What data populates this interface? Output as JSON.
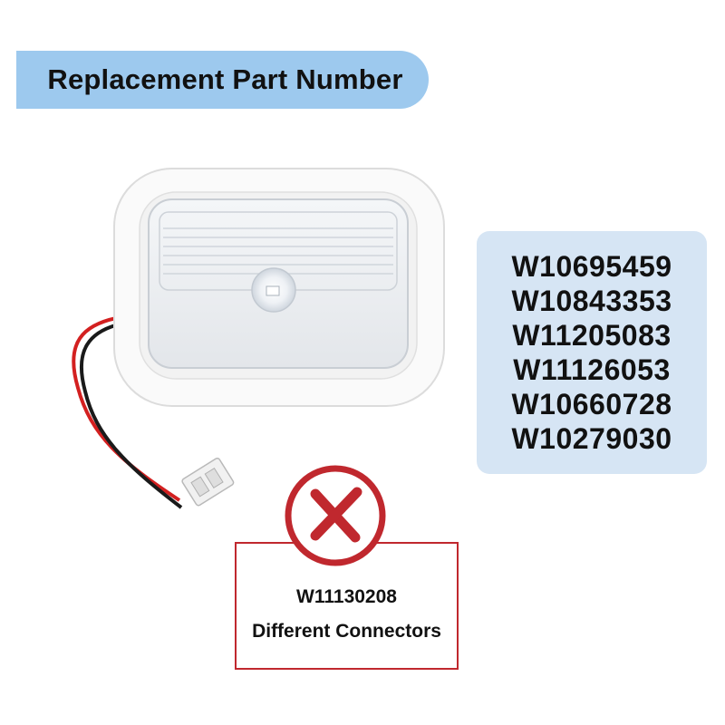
{
  "banner": {
    "title": "Replacement Part Number"
  },
  "part_numbers": [
    "W10695459",
    "W10843353",
    "W11205083",
    "W11126053",
    "W10660728",
    "W10279030"
  ],
  "incompatible": {
    "part_number": "W11130208",
    "note": "Different Connectors"
  },
  "colors": {
    "banner_background": "#9dc9ee",
    "parts_box_background": "#d6e5f4",
    "warning_red": "#c0282e"
  },
  "icons": {
    "product": "led-light-module-image",
    "warning": "red-x-circle-icon"
  }
}
